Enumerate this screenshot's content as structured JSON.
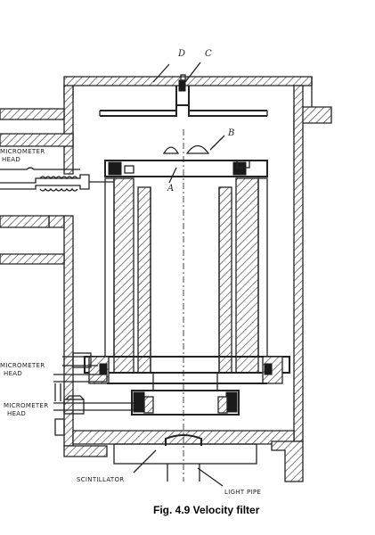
{
  "figure": {
    "caption": "Fig. 4.9 Velocity filter",
    "labels": {
      "d": "D",
      "c": "C",
      "b": "B",
      "a": "A",
      "micrometer_head_1_line1": "MICROMETER",
      "micrometer_head_1_line2": "HEAD",
      "micrometer_head_2_line1": "MICROMETER",
      "micrometer_head_2_line2": "HEAD",
      "micrometer_head_3_line1": "MICROMETER",
      "micrometer_head_3_line2": "HEAD",
      "scintillator": "SCINTILLATOR",
      "light_pipe": "LIGHT PIPE"
    }
  }
}
